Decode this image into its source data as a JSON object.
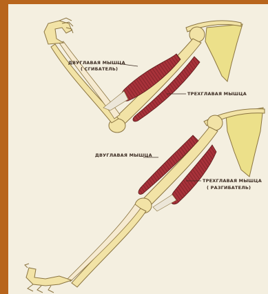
{
  "labels": {
    "top_biceps": "ДВУГЛАВАЯ МЫШЦА",
    "top_biceps_role": "( СГИБАТЕЛЬ)",
    "top_triceps": "ТРЕХГЛАВАЯ МЫШЦА",
    "bottom_biceps": "ДВУГЛАВАЯ МЫШЦА",
    "bottom_triceps": "ТРЕХГЛАВАЯ МЫШЦА",
    "bottom_triceps_role": "( РАЗГИБАТЕЛЬ)"
  },
  "colors": {
    "frame": "#b8651c",
    "paper": "#f4efe0",
    "bone": "#f2e3a6",
    "bone_outline": "#8a7440",
    "scapula": "#ece08a",
    "muscle": "#a8323a",
    "tendon": "#ece6d8"
  }
}
